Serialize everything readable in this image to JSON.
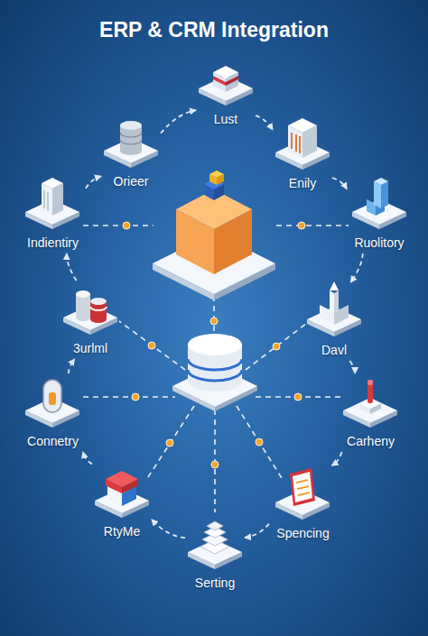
{
  "diagram": {
    "title": "ERP & CRM Integration",
    "nodes": [
      {
        "text": [
          "Lust"
        ]
      },
      {
        "text": [
          "Orieer"
        ]
      },
      {
        "text": [
          "Enily"
        ]
      },
      {
        "text": [
          "Indientiry"
        ]
      },
      {
        "text": [
          "Ruolitory"
        ]
      },
      {
        "text": [
          "3urlml"
        ]
      },
      {
        "text": [
          "Davl"
        ]
      },
      {
        "text": [
          "Connetry"
        ]
      },
      {
        "text": [
          "Carheny"
        ]
      },
      {
        "text": [
          "RtyMe"
        ]
      },
      {
        "text": [
          "Spencing"
        ]
      },
      {
        "text": [
          "Serting"
        ]
      }
    ],
    "edges": [
      {
        "from": 0,
        "to": 2,
        "arrow": "to"
      },
      {
        "from": 2,
        "to": 4,
        "arrow": "to"
      },
      {
        "from": 4,
        "to": 6,
        "arrow": "to"
      },
      {
        "from": 6,
        "to": 8,
        "arrow": "to"
      },
      {
        "from": 8,
        "to": 10,
        "arrow": "to"
      },
      {
        "from": 10,
        "to": 11,
        "arrow": "to"
      },
      {
        "from": 11,
        "to": 9,
        "arrow": "to"
      },
      {
        "from": 9,
        "to": 7,
        "arrow": "to"
      },
      {
        "from": 7,
        "to": 5,
        "arrow": "to"
      },
      {
        "from": 5,
        "to": 3,
        "arrow": "to"
      },
      {
        "from": 3,
        "to": 1,
        "arrow": "to"
      },
      {
        "from": 1,
        "to": 0,
        "arrow": "to"
      }
    ]
  }
}
